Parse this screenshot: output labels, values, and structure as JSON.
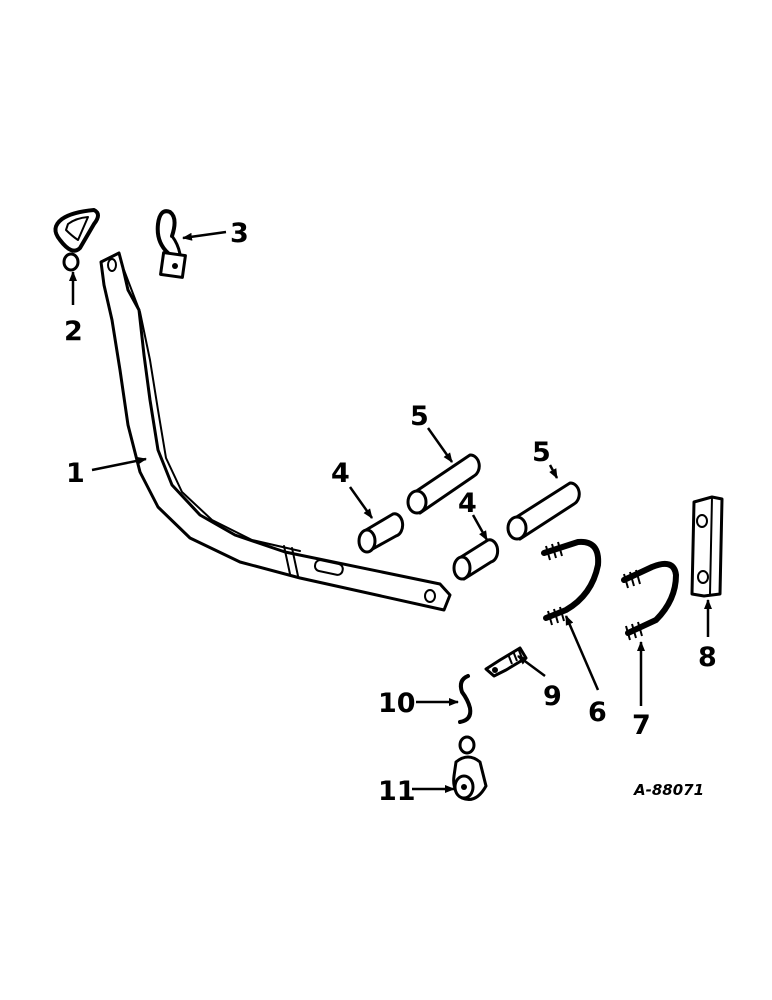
{
  "diagram": {
    "reference_code": "A-88071",
    "callouts": [
      "1",
      "2",
      "3",
      "4",
      "5",
      "4",
      "5",
      "6",
      "7",
      "8",
      "9",
      "10",
      "11"
    ]
  }
}
